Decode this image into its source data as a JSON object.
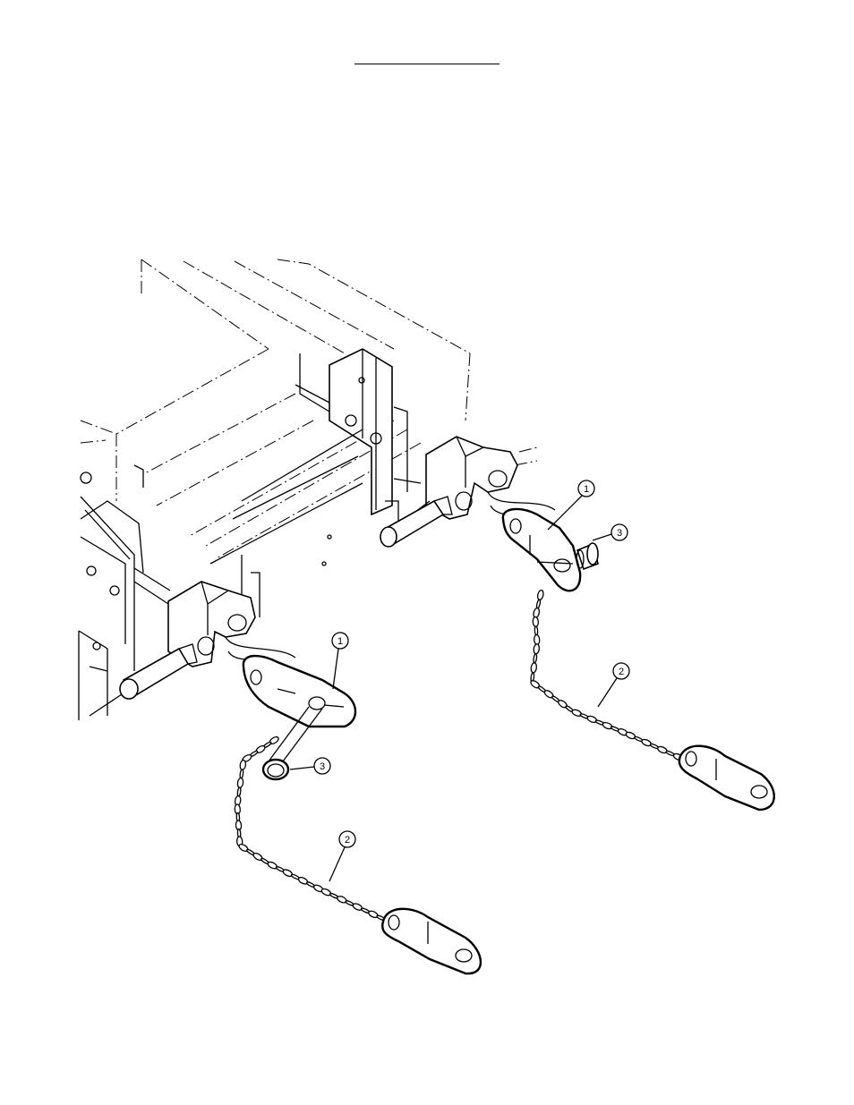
{
  "callouts": [
    {
      "id": "callout-1-right",
      "label": "1"
    },
    {
      "id": "callout-3-right",
      "label": "3"
    },
    {
      "id": "callout-1-left",
      "label": "1"
    },
    {
      "id": "callout-2-right",
      "label": "2"
    },
    {
      "id": "callout-3-left",
      "label": "3"
    },
    {
      "id": "callout-2-left",
      "label": "2"
    }
  ]
}
